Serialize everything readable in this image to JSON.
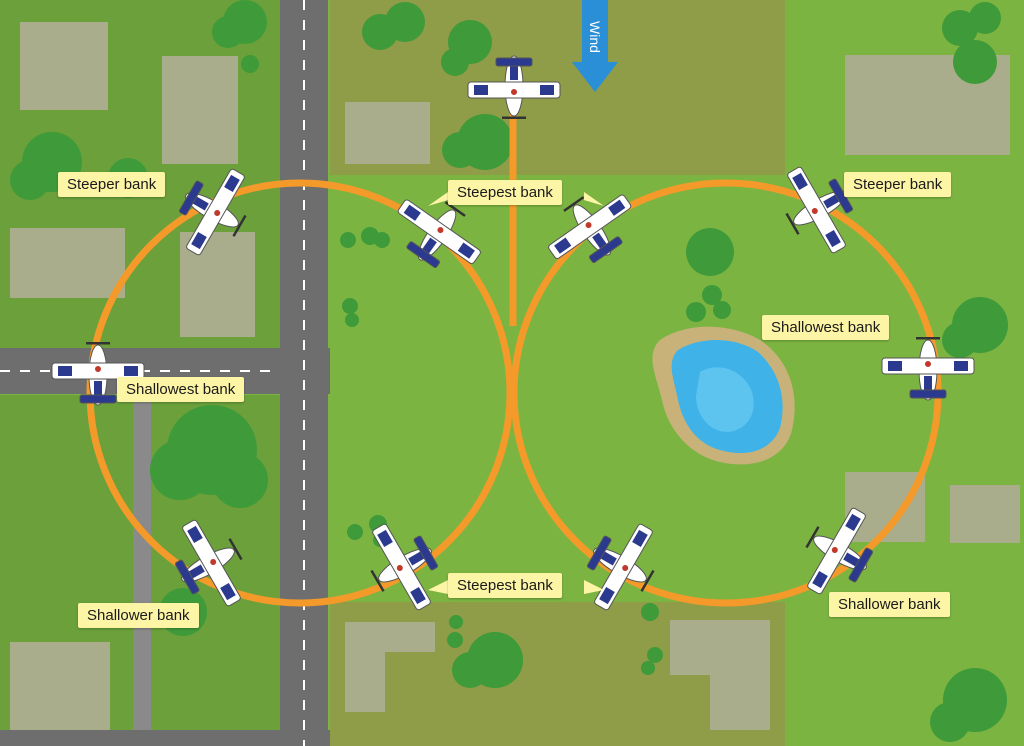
{
  "labels": {
    "steeper_bank_left": "Steeper bank",
    "steeper_bank_right": "Steeper bank",
    "steepest_bank_top": "Steepest bank",
    "steepest_bank_bottom": "Steepest bank",
    "shallowest_bank_left": "Shallowest bank",
    "shallowest_bank_right": "Shallowest bank",
    "shallower_bank_left": "Shallower bank",
    "shallower_bank_right": "Shallower bank"
  },
  "wind": {
    "label": "Wind"
  },
  "colors": {
    "grass": "#7cb442",
    "yard_dark": "#5f9a36",
    "field_tan": "#8f9c48",
    "building": "#a9ad8c",
    "road": "#6e6e6e",
    "path": "#f39a2a",
    "tree": "#3f9a3a",
    "water": "#3fb2e8",
    "wind_arrow": "#2a8fd6",
    "label_bg": "#fdf5a6",
    "plane_body": "#ffffff",
    "plane_stripe": "#2b3a8f",
    "plane_accent": "#c0392b"
  }
}
